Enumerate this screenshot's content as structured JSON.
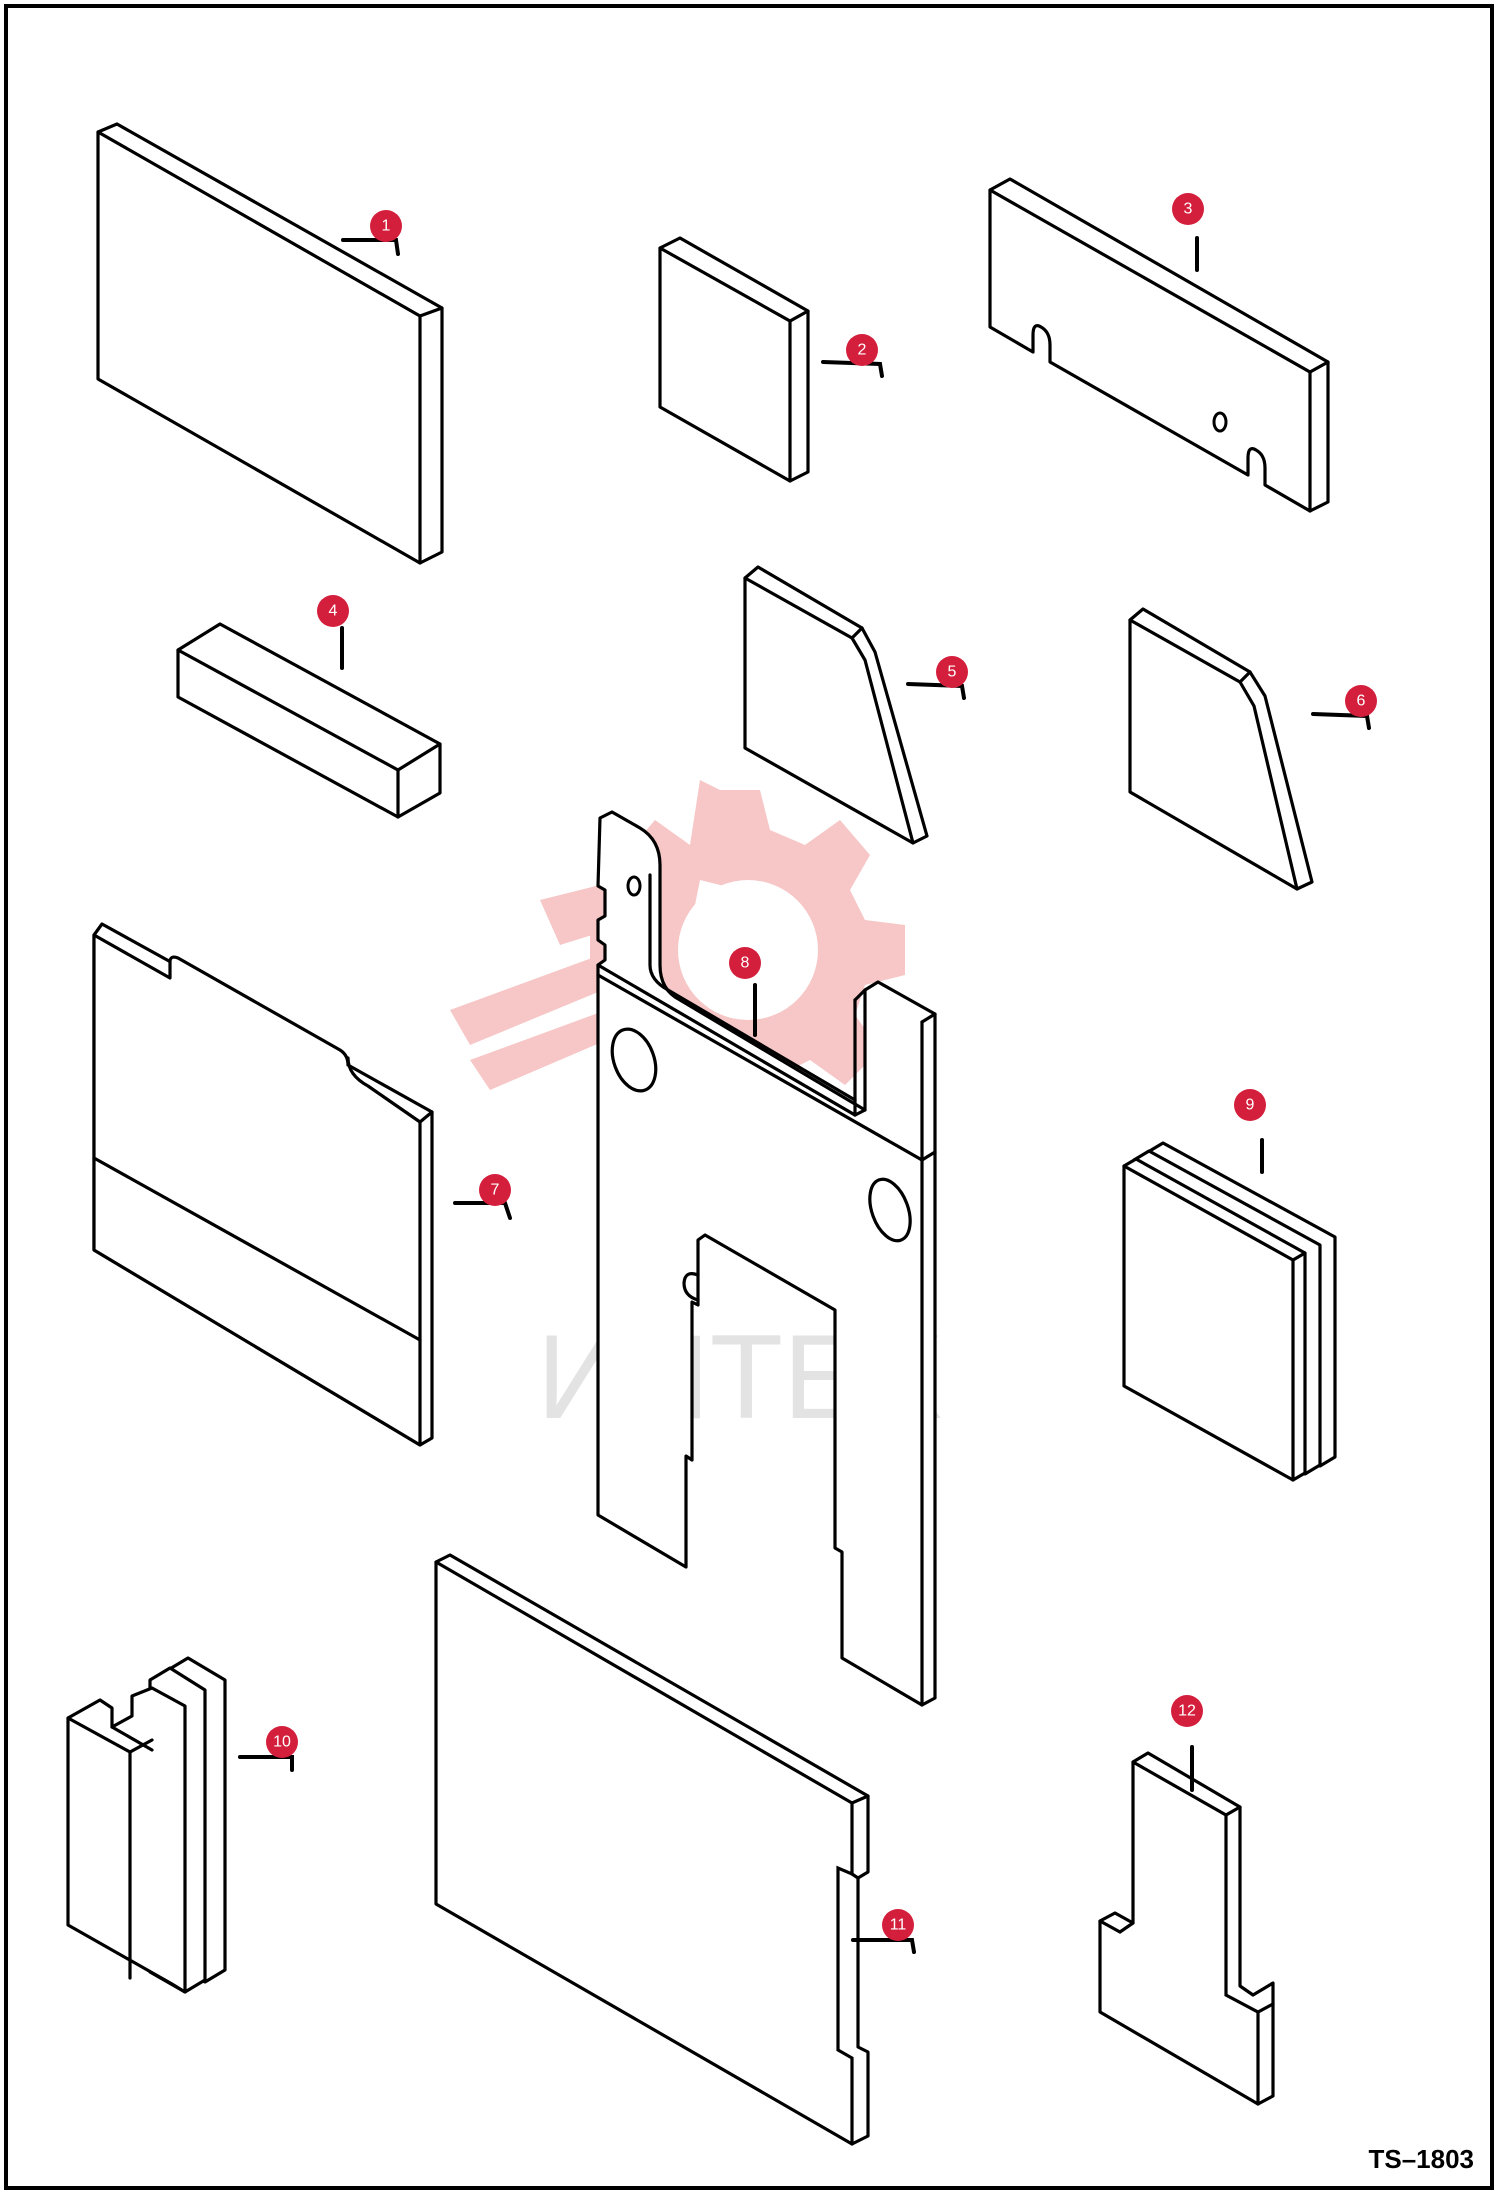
{
  "colors": {
    "line": "#000000",
    "callout": "#d41f3c",
    "watermark": "#f7c6c6",
    "watermark_text": "#e3e3e3"
  },
  "watermark": {
    "text": "ИНТЕХ",
    "icon": "gear-watermark-icon"
  },
  "reference_code": "TS–1803",
  "callouts": [
    {
      "number": "1"
    },
    {
      "number": "2"
    },
    {
      "number": "3"
    },
    {
      "number": "4"
    },
    {
      "number": "5"
    },
    {
      "number": "6"
    },
    {
      "number": "7"
    },
    {
      "number": "8"
    },
    {
      "number": "9"
    },
    {
      "number": "10"
    },
    {
      "number": "11"
    },
    {
      "number": "12"
    }
  ]
}
